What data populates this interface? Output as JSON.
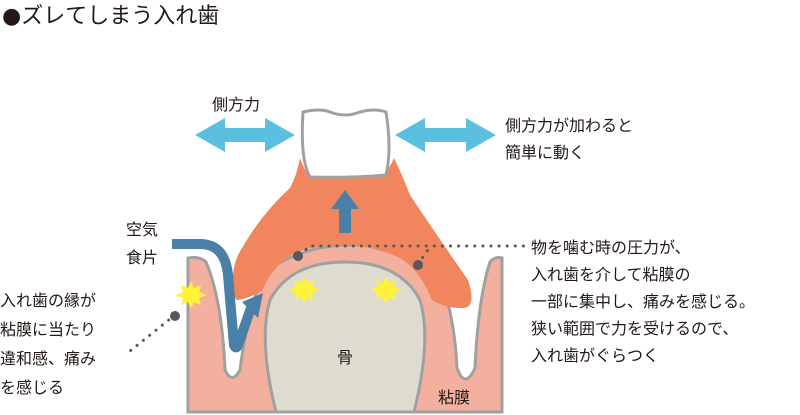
{
  "title": "●ズレてしまう入れ歯",
  "labels": {
    "lateral_force": "側方力",
    "moves_easily": [
      "側方力が加わると",
      "簡単に動く"
    ],
    "air_food": [
      "空気",
      "食片"
    ],
    "edge_contact": [
      "入れ歯の縁が",
      "粘膜に当たり",
      "違和感、痛み",
      "を感じる"
    ],
    "pressure": [
      "物を噛む時の圧力が、",
      "入れ歯を介して粘膜の",
      "一部に集中し、痛みを感じる。",
      "狭い範囲で力を受けるので、",
      "入れ歯がぐらつく"
    ],
    "bone": "骨",
    "mucosa": "粘膜"
  },
  "colors": {
    "arrow_cyan": "#5bc0e0",
    "arrow_blue": "#4a7fa8",
    "denture": "#f0855e",
    "mucosa": "#f4b09e",
    "bone": "#dedbd0",
    "pain": "#fff33a",
    "dot": "#58585a"
  }
}
